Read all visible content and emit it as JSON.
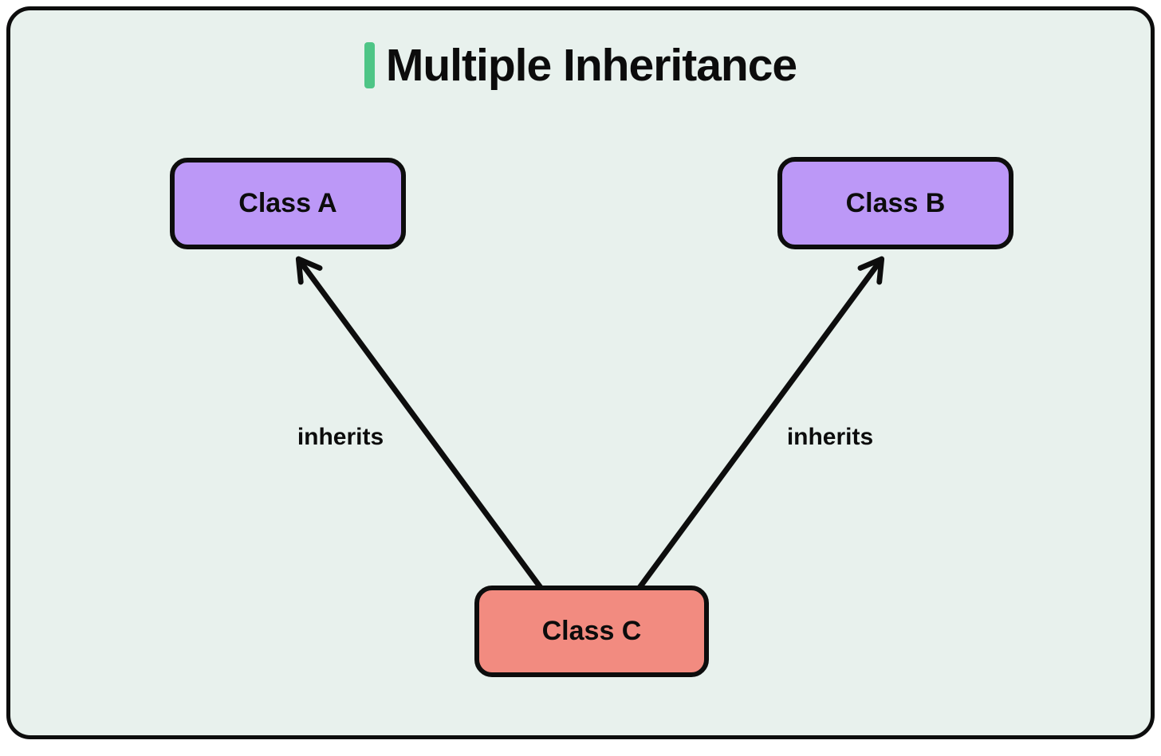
{
  "title": "Multiple Inheritance",
  "colors": {
    "background": "#e8f1ed",
    "stroke": "#0d0d0d",
    "accent": "#4ec586",
    "purple": "#bc98f7",
    "salmon": "#f28b80"
  },
  "nodes": [
    {
      "id": "class-a",
      "label": "Class A",
      "color": "#bc98f7"
    },
    {
      "id": "class-b",
      "label": "Class B",
      "color": "#bc98f7"
    },
    {
      "id": "class-c",
      "label": "Class C",
      "color": "#f28b80"
    }
  ],
  "edges": [
    {
      "from": "class-c",
      "to": "class-a",
      "label": "inherits"
    },
    {
      "from": "class-c",
      "to": "class-b",
      "label": "inherits"
    }
  ]
}
